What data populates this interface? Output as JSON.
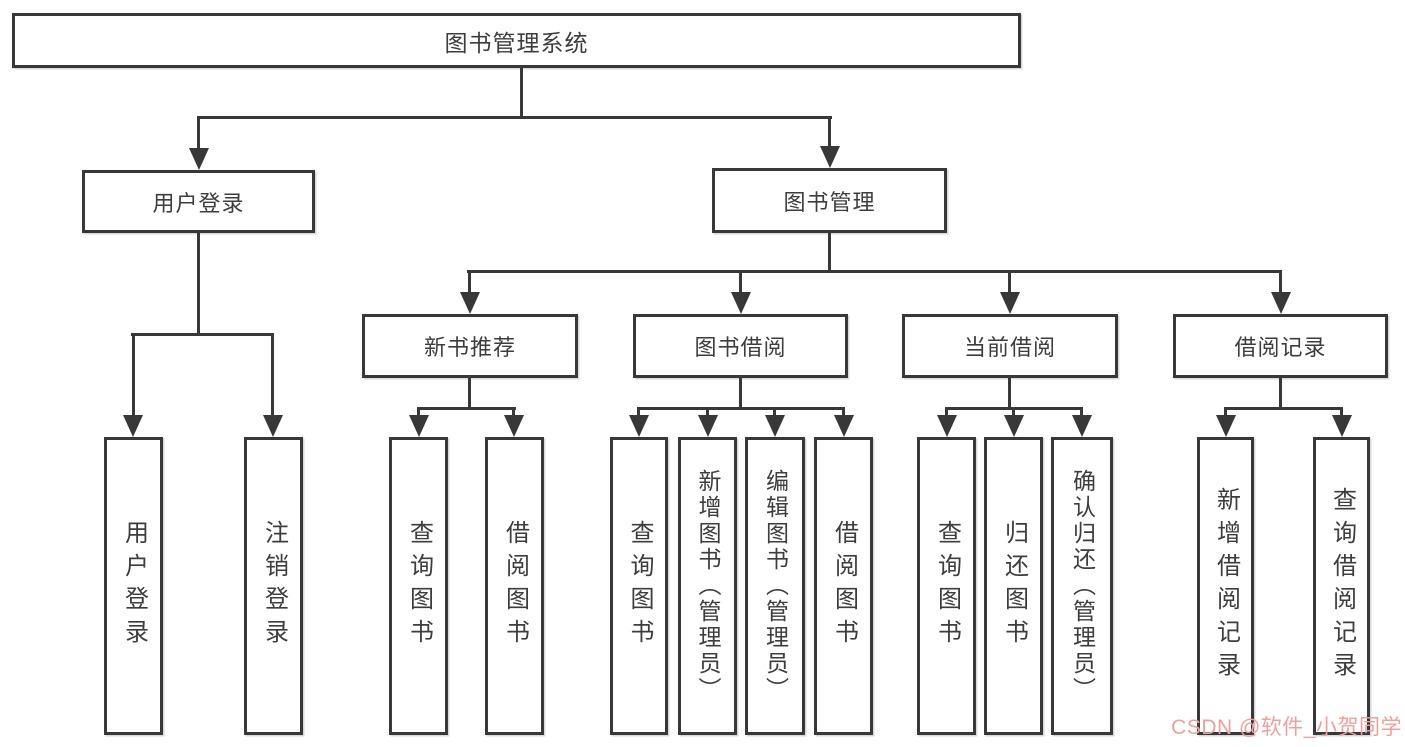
{
  "colors": {
    "line": "#383838",
    "text": "#3d3d3d",
    "background": "#ffffff",
    "watermark": "#f0a09a"
  },
  "watermark": {
    "text": "CSDN @软件_小贺同学"
  },
  "tree": {
    "root": {
      "label": "图书管理系统",
      "children": [
        {
          "label": "用户登录",
          "children": [
            {
              "label": "用户登录"
            },
            {
              "label": "注销登录"
            }
          ]
        },
        {
          "label": "图书管理",
          "children": [
            {
              "label": "新书推荐",
              "children": [
                {
                  "label": "查询图书"
                },
                {
                  "label": "借阅图书"
                }
              ]
            },
            {
              "label": "图书借阅",
              "children": [
                {
                  "label": "查询图书"
                },
                {
                  "label": "新增图书（管理员）"
                },
                {
                  "label": "编辑图书（管理员）"
                },
                {
                  "label": "借阅图书"
                }
              ]
            },
            {
              "label": "当前借阅",
              "children": [
                {
                  "label": "查询图书"
                },
                {
                  "label": "归还图书"
                },
                {
                  "label": "确认归还（管理员）"
                }
              ]
            },
            {
              "label": "借阅记录",
              "children": [
                {
                  "label": "新增借阅记录"
                },
                {
                  "label": "查询借阅记录"
                }
              ]
            }
          ]
        }
      ]
    }
  }
}
